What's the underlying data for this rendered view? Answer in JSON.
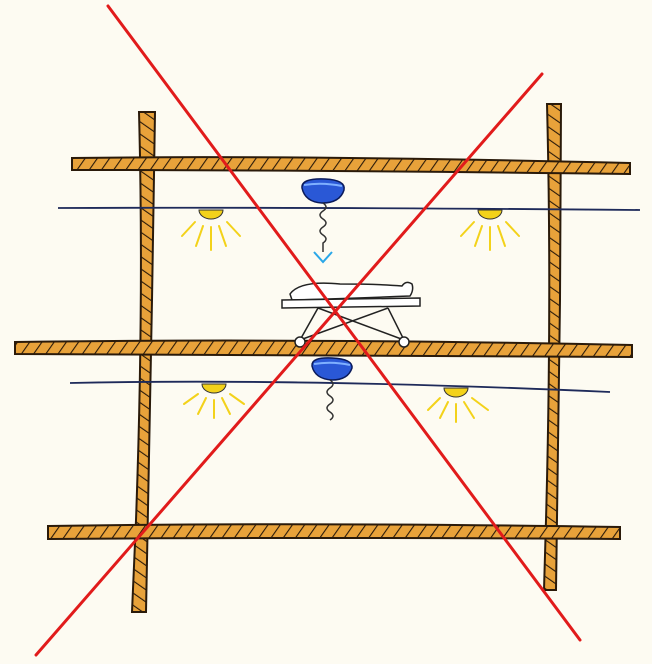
{
  "sketch": {
    "palette": {
      "paper": "#fdfbf2",
      "wood_fill": "#e8a23a",
      "wood_outline": "#2a1a0a",
      "ceiling_line": "#1e2a5a",
      "lamp_yellow": "#f3d21a",
      "emitter_blue": "#2a58d6",
      "wave_blue": "#2aa7e8",
      "cross_red": "#e11b1b"
    },
    "structure": {
      "columns": 2,
      "beams": 3,
      "suspended_ceilings": 2
    },
    "fixtures": {
      "lamps": [
        "ceiling-lamp",
        "ceiling-lamp",
        "ceiling-lamp",
        "ceiling-lamp"
      ],
      "emitters": [
        "blue-emitter-upper",
        "blue-emitter-lower"
      ],
      "bed": "patient-bed"
    },
    "mark": "red-x-cross-out"
  }
}
